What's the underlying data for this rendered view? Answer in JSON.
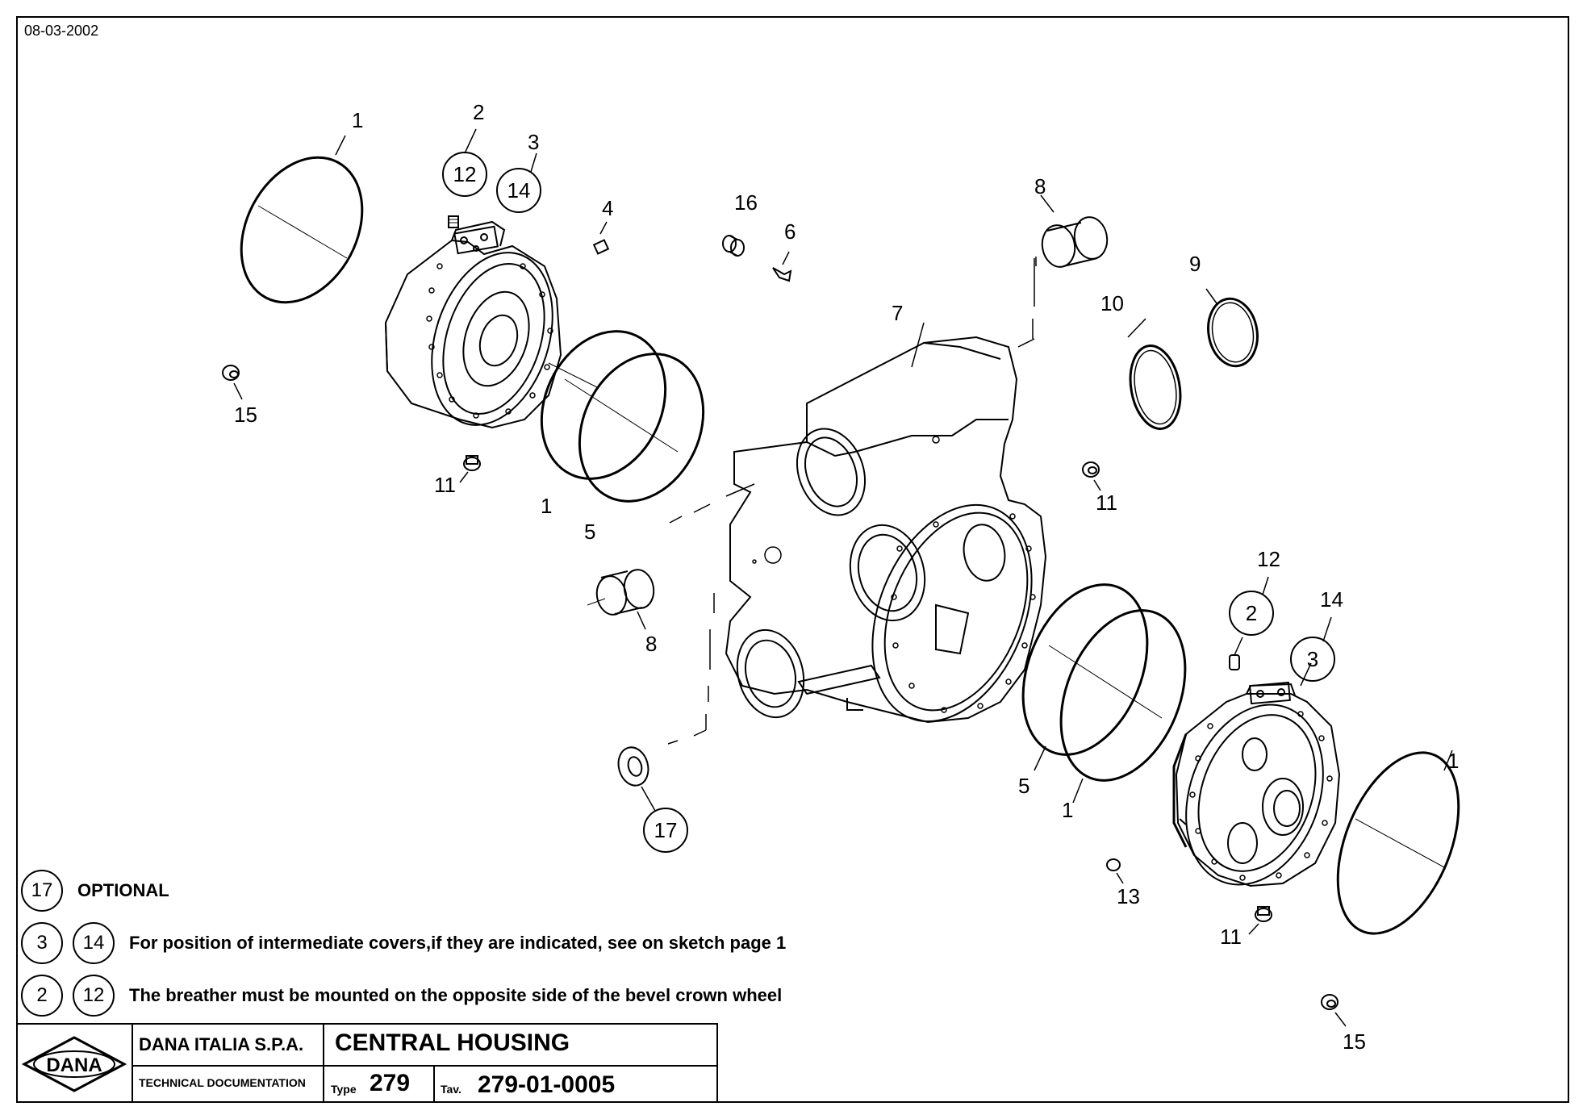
{
  "date": "08-03-2002",
  "callouts": {
    "c1a": "1",
    "c2a": "2",
    "c3a": "3",
    "c4": "4",
    "c16": "16",
    "c6": "6",
    "c7": "7",
    "c8a": "8",
    "c9": "9",
    "c10": "10",
    "c15a": "15",
    "c11a": "11",
    "c1b": "1",
    "c5a": "5",
    "c8b": "8",
    "c11b": "11",
    "c12b": "12",
    "c14b": "14",
    "c5b": "5",
    "c1c": "1",
    "c1d": "1",
    "c13": "13",
    "c11c": "11",
    "c15b": "15",
    "ring12a": "12",
    "ring14a": "14",
    "ring2b": "2",
    "ring3b": "3",
    "ring17": "17"
  },
  "notes": [
    {
      "circles": [
        "17"
      ],
      "text": "OPTIONAL"
    },
    {
      "circles": [
        "3",
        "14"
      ],
      "text": "For position of intermediate covers,if they are indicated, see on sketch page 1"
    },
    {
      "circles": [
        "2",
        "12"
      ],
      "text": "The breather must be mounted on the opposite side of the bevel crown wheel"
    }
  ],
  "titleblock": {
    "logo": "DANA",
    "company": "DANA ITALIA S.P.A.",
    "techdoc": "TECHNICAL DOCUMENTATION",
    "title": "CENTRAL HOUSING",
    "type_label": "Type",
    "type_value": "279",
    "tav_label": "Tav.",
    "tav_value": "279-01-0005"
  }
}
